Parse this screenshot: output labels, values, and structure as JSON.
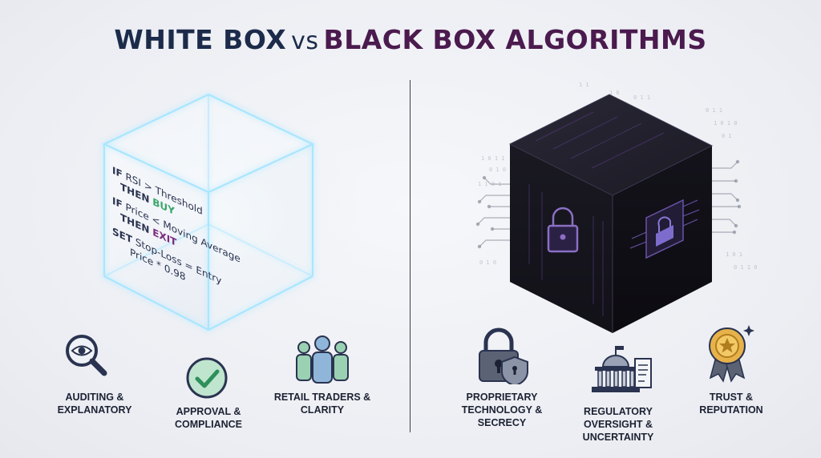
{
  "title": {
    "white": "WHITE BOX",
    "vs": "vs",
    "black": "BLACK BOX ALGORITHMS"
  },
  "white_box": {
    "rules": [
      {
        "kw": "IF",
        "text": "RSI > Threshold"
      },
      {
        "kw": "THEN",
        "text": "BUY"
      },
      {
        "kw": "IF",
        "text": "Price < Moving Average"
      },
      {
        "kw": "THEN",
        "text": "EXIT"
      },
      {
        "kw": "SET",
        "text": "Stop-Loss = Entry"
      },
      {
        "kw": "",
        "text": "Price * 0.98"
      }
    ],
    "features": [
      {
        "label": "AUDITING & EXPLANATORY",
        "icon": "magnifier-eye-icon"
      },
      {
        "label": "APPROVAL & COMPLIANCE",
        "icon": "check-circle-icon"
      },
      {
        "label": "RETAIL TRADERS & CLARITY",
        "icon": "people-group-icon"
      }
    ]
  },
  "black_box": {
    "features": [
      {
        "label": "PROPRIETARY TECHNOLOGY & SECRECY",
        "icon": "lock-shield-icon"
      },
      {
        "label": "REGULATORY OVERSIGHT & UNCERTAINTY",
        "icon": "government-building-icon"
      },
      {
        "label": "TRUST & REPUTATION",
        "icon": "award-medal-icon"
      }
    ]
  },
  "colors": {
    "navy": "#1c2b4a",
    "plum": "#4b1a4e",
    "buy_green": "#3aa56b",
    "exit_purple": "#7a2a7e",
    "glow": "#9fe3ff"
  }
}
